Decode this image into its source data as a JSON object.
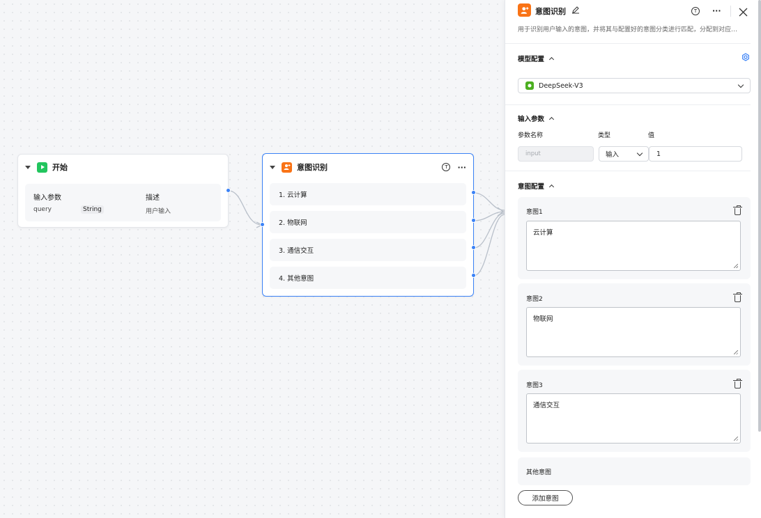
{
  "colors": {
    "accent": "#3b82f6",
    "start_icon": "#22c55e",
    "intent_icon": "#f97316",
    "model_icon": "#4caf20"
  },
  "start_node": {
    "title": "开始",
    "params_header": "输入参数",
    "desc_header": "描述",
    "param_name": "query",
    "param_type": "String",
    "param_desc": "用户输入"
  },
  "intent_node": {
    "title": "意图识别",
    "items": [
      "1. 云计算",
      "2. 物联网",
      "3. 通信交互",
      "4. 其他意图"
    ]
  },
  "panel": {
    "title": "意图识别",
    "description": "用于识别用户输入的意图，并将其与配置好的意图分类进行匹配，分配到对应…",
    "model_section": "模型配置",
    "model_name": "DeepSeek-V3",
    "input_section": "输入参数",
    "col_name": "参数名称",
    "col_type": "类型",
    "col_value": "值",
    "input_placeholder": "input",
    "input_type": "输入",
    "input_value": "1",
    "intent_section": "意图配置",
    "intents": [
      {
        "label": "意图1",
        "value": "云计算"
      },
      {
        "label": "意图2",
        "value": "物联网"
      },
      {
        "label": "意图3",
        "value": "通信交互"
      }
    ],
    "other_intent": "其他意图",
    "add_intent": "添加意图"
  }
}
